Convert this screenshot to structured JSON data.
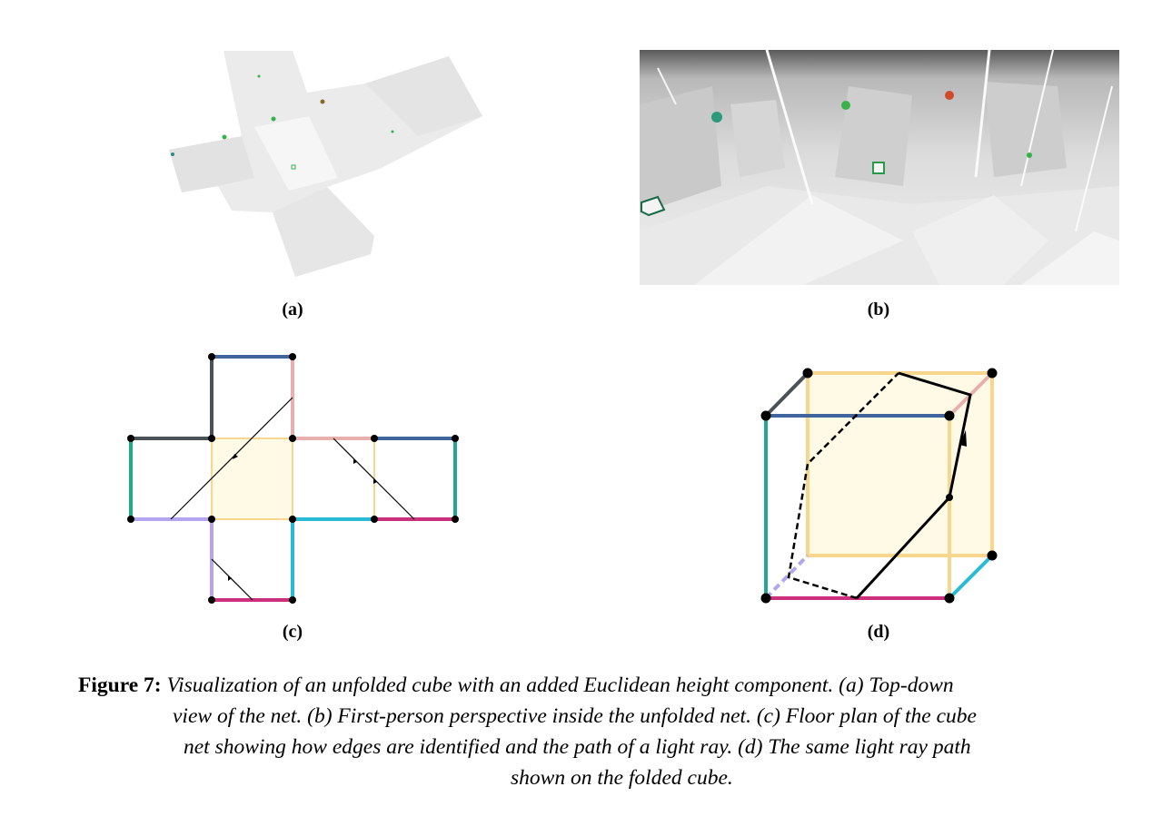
{
  "figure": {
    "panels": [
      {
        "id": "a",
        "label": "(a)"
      },
      {
        "id": "b",
        "label": "(b)"
      },
      {
        "id": "c",
        "label": "(c)"
      },
      {
        "id": "d",
        "label": "(d)"
      }
    ],
    "caption": {
      "lead": "Figure 7:",
      "line1": "Visualization of an unfolded cube with an added Euclidean height component. (a) Top-down",
      "line2": "view of the net. (b) First-person perspective inside the unfolded net. (c) Floor plan of the cube",
      "line3": "net showing how edges are identified and the path of a light ray. (d) The same light ray path",
      "line4": "shown on the folded cube."
    },
    "colors": {
      "dark_gray": "#4b5257",
      "blue": "#40649b",
      "pink_light": "#e8b0ad",
      "teal": "#25a78e",
      "lavender": "#b3a5f0",
      "magenta": "#cc2f7c",
      "cyan": "#28bcd4",
      "face_fill": "#fefae6",
      "face_edge": "#f7d78e"
    }
  }
}
